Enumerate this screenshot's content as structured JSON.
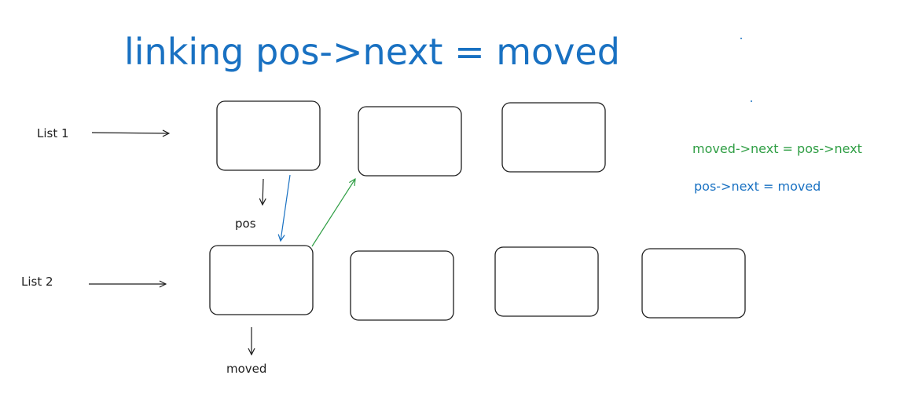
{
  "title": "linking pos->next = moved",
  "lists": [
    {
      "label": "List 1",
      "node_count": 3
    },
    {
      "label": "List 2",
      "node_count": 4
    }
  ],
  "pointers": {
    "pos": "pos",
    "moved": "moved"
  },
  "formulas": [
    {
      "text": "moved->next = pos->next",
      "color": "#2f9e44"
    },
    {
      "text": "pos->next = moved",
      "color": "#1971c2"
    }
  ],
  "colors": {
    "title": "#1971c2",
    "text": "#1e1e1e",
    "blue_arrow": "#1971c2",
    "green_arrow": "#2f9e44"
  }
}
